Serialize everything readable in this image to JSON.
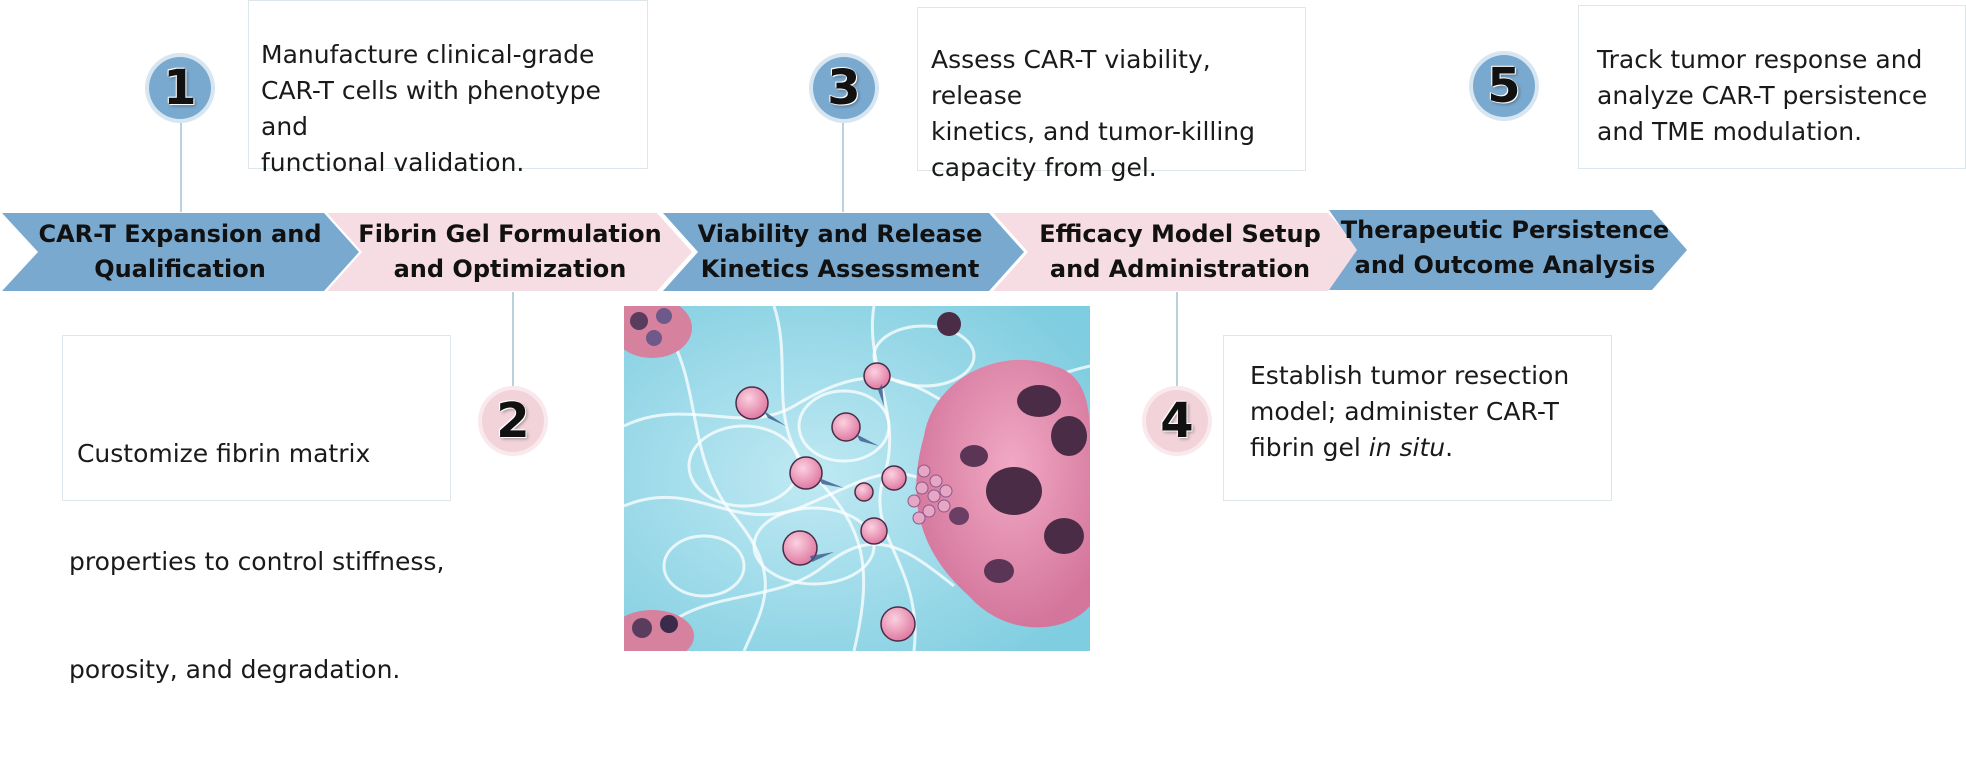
{
  "steps": [
    {
      "number": "1",
      "title_line1": "CAR-T Expansion and",
      "title_line2": "Qualification",
      "desc": [
        "Manufacture clinical-grade",
        "CAR-T cells with phenotype and",
        "functional validation."
      ],
      "color": "#7aa9cf"
    },
    {
      "number": "2",
      "title_line1": "Fibrin Gel Formulation",
      "title_line2": "and Optimization",
      "desc": [
        " Customize fibrin matrix",
        "properties to control stiffness,",
        "porosity, and degradation."
      ],
      "color": "#f2d3da"
    },
    {
      "number": "3",
      "title_line1": "Viability and Release",
      "title_line2": "Kinetics Assessment",
      "desc": [
        "Assess CAR-T viability, release",
        "kinetics, and tumor-killing",
        "capacity from gel."
      ],
      "color": "#7aa9cf"
    },
    {
      "number": "4",
      "title_line1": "Efficacy Model Setup",
      "title_line2": "and Administration",
      "desc": [
        "Establish tumor resection",
        "model; administer CAR-T",
        "fibrin gel "
      ],
      "desc_italic": "in situ",
      "desc_end": ".",
      "color": "#f2d3da"
    },
    {
      "number": "5",
      "title_line1": "Therapeutic Persistence",
      "title_line2": "and Outcome Analysis",
      "desc": [
        "Track tumor response and",
        "analyze CAR-T persistence",
        "and TME modulation."
      ],
      "color": "#7aa9cf"
    }
  ]
}
